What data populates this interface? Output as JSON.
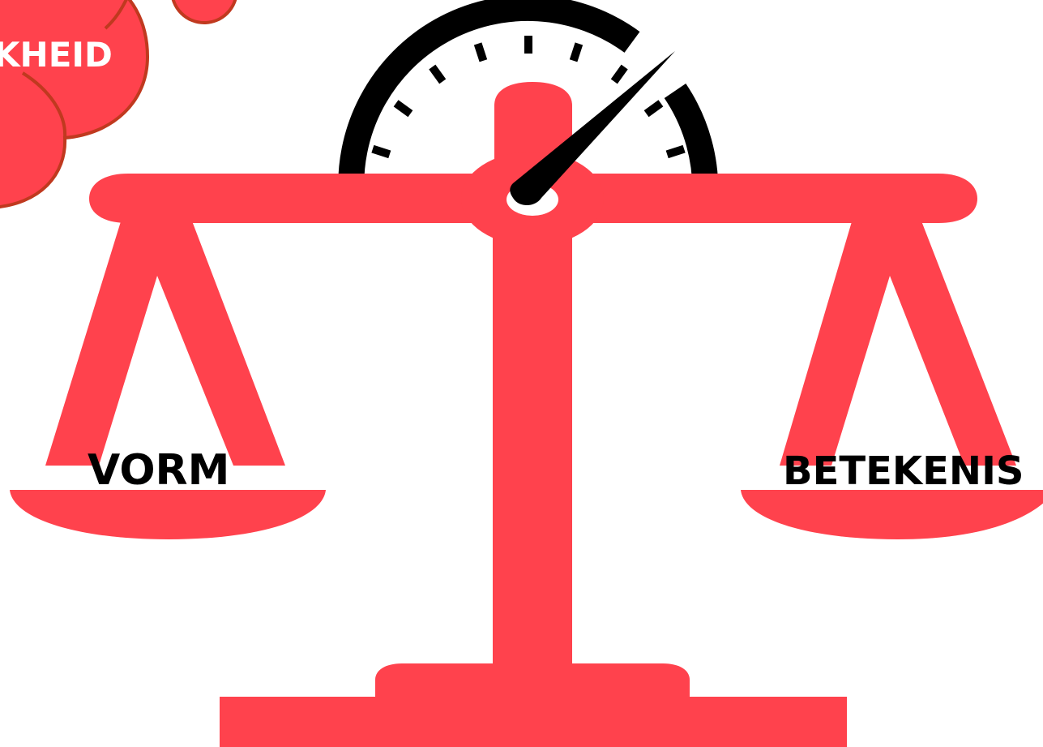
{
  "colors": {
    "scale": "#ff424d",
    "cloud_fill": "#ff424d",
    "cloud_stroke": "#c0391f",
    "gauge": "#000000",
    "text": "#000000",
    "cloud_text": "#ffffff",
    "background": "#ffffff"
  },
  "cloud": {
    "label": "KHEID"
  },
  "pans": {
    "left_label": "VORM",
    "right_label": "BETEKENIS"
  },
  "gauge": {
    "tick_count": 11,
    "needle_level": 0.82
  }
}
